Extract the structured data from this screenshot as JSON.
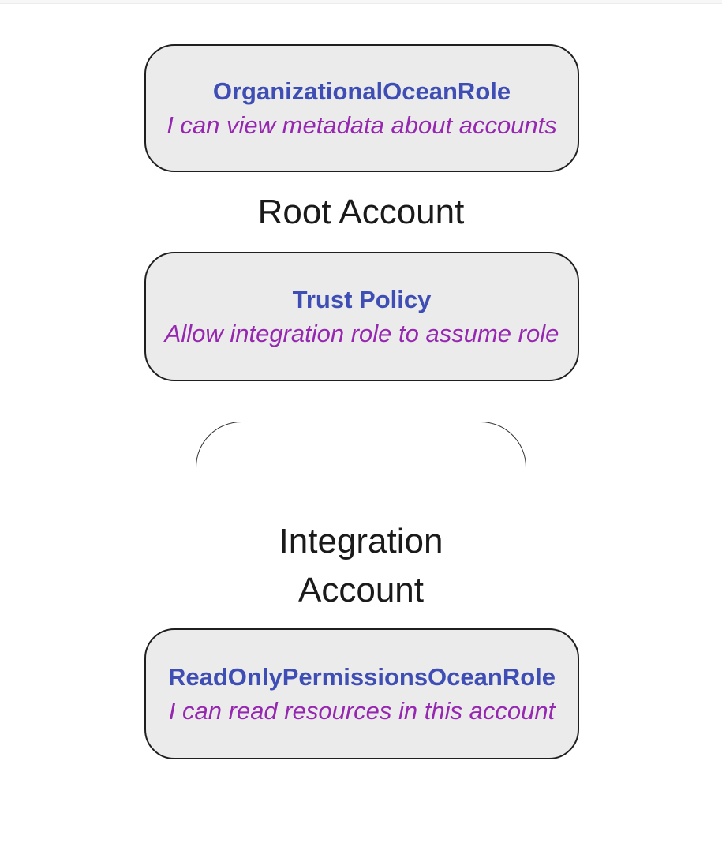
{
  "diagram": {
    "clusters": [
      {
        "label": "Root Account",
        "nodes": [
          {
            "title": "OrganizationalOceanRole",
            "subtitle": "I can view metadata about accounts"
          },
          {
            "title": "Trust Policy",
            "subtitle": "Allow integration role to assume role"
          }
        ]
      },
      {
        "label": "Integration Account",
        "nodes": [
          {
            "title": "ReadOnlyPermissionsOceanRole",
            "subtitle": "I can read resources in this account"
          }
        ]
      }
    ],
    "colors": {
      "canvas_background": "#ffffff",
      "node_fill": "#ebebeb",
      "node_border": "#1f1f1f",
      "cluster_border": "#333333",
      "cluster_label": "#1a1a1a",
      "role_title": "#3e4eb4",
      "role_description": "#9627b0"
    }
  }
}
